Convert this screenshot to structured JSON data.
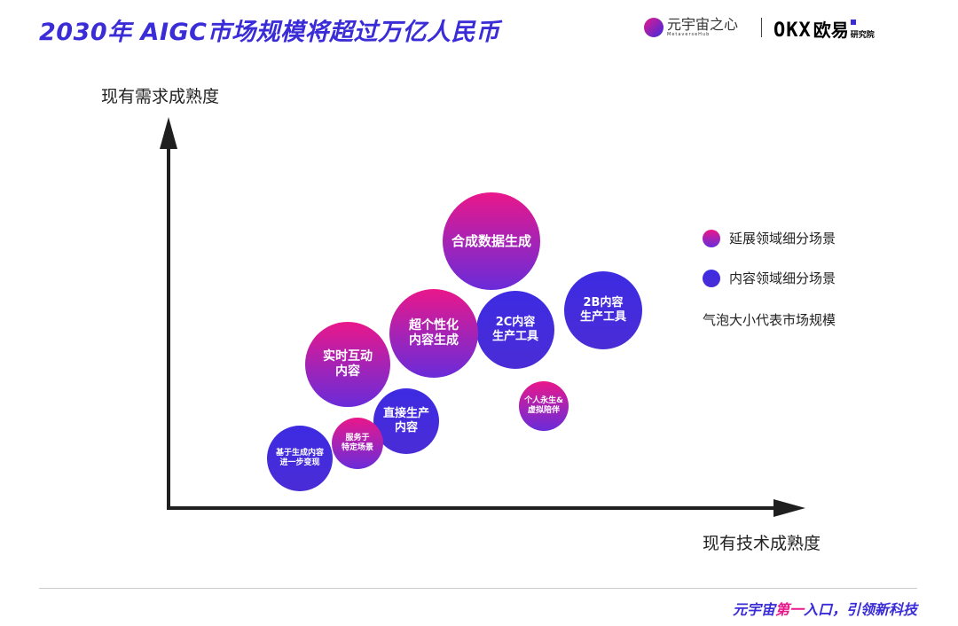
{
  "header": {
    "title": "2030年  AIGC市场规模将超过万亿人民币",
    "logo_metaverse": {
      "text": "元宇宙之心",
      "sub": "MetaverseHub"
    },
    "logo_okx": {
      "mark": "OKX",
      "text": "欧易",
      "sub": "研究院"
    }
  },
  "axes": {
    "y_label": "现有需求成熟度",
    "x_label": "现有技术成熟度"
  },
  "colors": {
    "extension": "#e8198b",
    "content": "#3a2be0",
    "title": "#3a2cd6"
  },
  "bubbles": [
    {
      "label": "合成数据生成",
      "type": "extension"
    },
    {
      "label": "2B内容\n生产工具",
      "type": "content"
    },
    {
      "label": "2C内容\n生产工具",
      "type": "content"
    },
    {
      "label": "超个性化\n内容生成",
      "type": "extension"
    },
    {
      "label": "实时互动\n内容",
      "type": "extension"
    },
    {
      "label": "直接生产\n内容",
      "type": "content"
    },
    {
      "label": "个人永生&\n虚拟陪伴",
      "type": "extension"
    },
    {
      "label": "服务于\n特定场景",
      "type": "extension"
    },
    {
      "label": "基于生成内容\n进一步变现",
      "type": "content"
    }
  ],
  "legend": {
    "items": [
      {
        "label": "延展领域细分场景",
        "type": "extension"
      },
      {
        "label": "内容领域细分场景",
        "type": "content"
      }
    ],
    "note": "气泡大小代表市场规模"
  },
  "footer": {
    "pre": "元宇宙",
    "highlight": "第一",
    "post": "入口，引领新科技"
  }
}
